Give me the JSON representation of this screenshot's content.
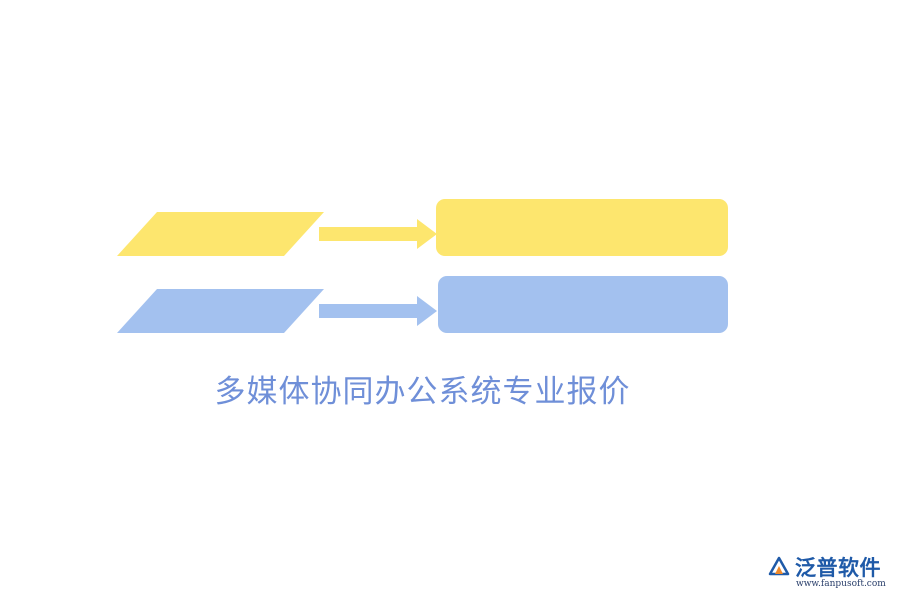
{
  "title": "多媒体协同办公系统专业报价",
  "colors": {
    "row1": "#fde66e",
    "row2": "#a3c1ef",
    "title": "#6f8fd8",
    "logo_blue": "#1f5aa8",
    "logo_orange": "#f08a2a"
  },
  "logo": {
    "name": "泛普软件",
    "url": "www.fanpusoft.com"
  }
}
